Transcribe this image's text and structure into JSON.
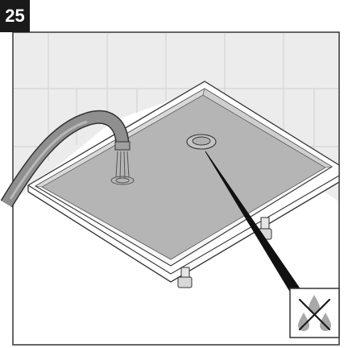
{
  "step": {
    "number": "25"
  },
  "scene": {
    "subject": "shower-tray",
    "action": "fill-with-water-from-hose",
    "inset_meaning": "no-leak-at-drain"
  },
  "colors": {
    "background": "#ffffff",
    "tile": "#ebebeb",
    "tile_grout": "#d2d2d2",
    "water": "#b4b4b4",
    "tray_rim": "#ffffff",
    "outline": "#333333",
    "badge": "#1a1a1a",
    "drop": "#a8a8a8"
  },
  "icons": [
    "water-drops-icon",
    "cross-icon"
  ]
}
